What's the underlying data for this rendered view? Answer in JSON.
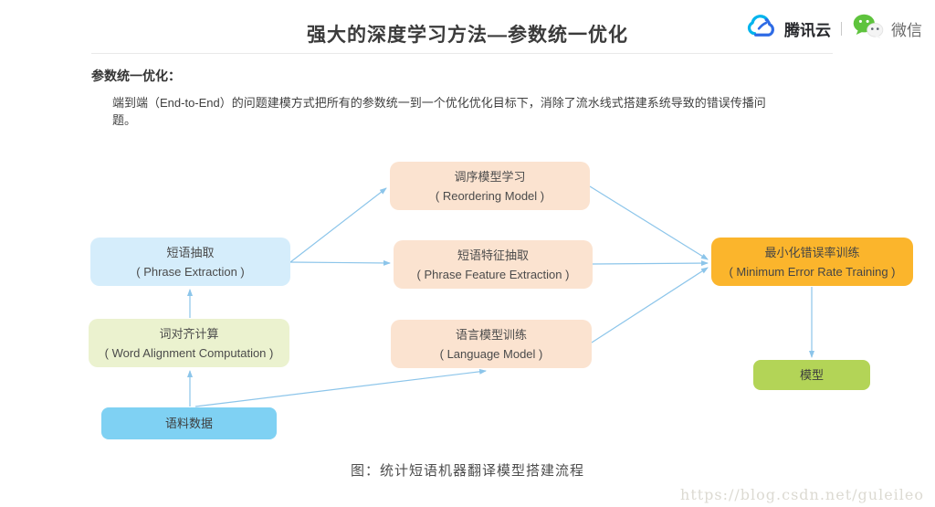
{
  "header": {
    "title": "强大的深度学习方法—参数统一优化",
    "brand": {
      "tencent_cloud_label": "腾讯云",
      "separator": "|",
      "wechat_label": "微信"
    }
  },
  "section": {
    "heading": "参数统一优化：",
    "body": "端到端（End-to-End）的问题建模方式把所有的参数统一到一个优化优化目标下，消除了流水线式搭建系统导致的错误传播问题。"
  },
  "diagram": {
    "caption": "图：统计短语机器翻译模型搭建流程",
    "nodes": {
      "phrase_extraction": {
        "zh": "短语抽取",
        "en": "( Phrase Extraction )",
        "color": "#d5edfb"
      },
      "reordering_model": {
        "zh": "调序模型学习",
        "en": "( Reordering Model )",
        "color": "#fbe3d0"
      },
      "phrase_feature_extraction": {
        "zh": "短语特征抽取",
        "en": "( Phrase Feature Extraction )",
        "color": "#fbe3d0"
      },
      "language_model": {
        "zh": "语言模型训练",
        "en": "( Language Model )",
        "color": "#fbe3d0"
      },
      "word_alignment": {
        "zh": "词对齐计算",
        "en": "( Word Alignment Computation )",
        "color": "#ebf2cf"
      },
      "corpus_data": {
        "zh": "语料数据",
        "color": "#7fd1f3"
      },
      "min_error_rate_training": {
        "zh": "最小化错误率训练",
        "en": "( Minimum Error Rate Training )",
        "color": "#fbb52c"
      },
      "model": {
        "zh": "模型",
        "color": "#b3d457"
      }
    },
    "arrow_color": "#8cc5ea",
    "edges": [
      "phrase_extraction -> reordering_model",
      "phrase_extraction -> phrase_feature_extraction",
      "reordering_model -> min_error_rate_training",
      "phrase_feature_extraction -> min_error_rate_training",
      "language_model -> min_error_rate_training",
      "word_alignment -> phrase_extraction",
      "corpus_data -> word_alignment",
      "corpus_data -> language_model",
      "min_error_rate_training -> model"
    ]
  },
  "watermark": "https://blog.csdn.net/guleileo"
}
